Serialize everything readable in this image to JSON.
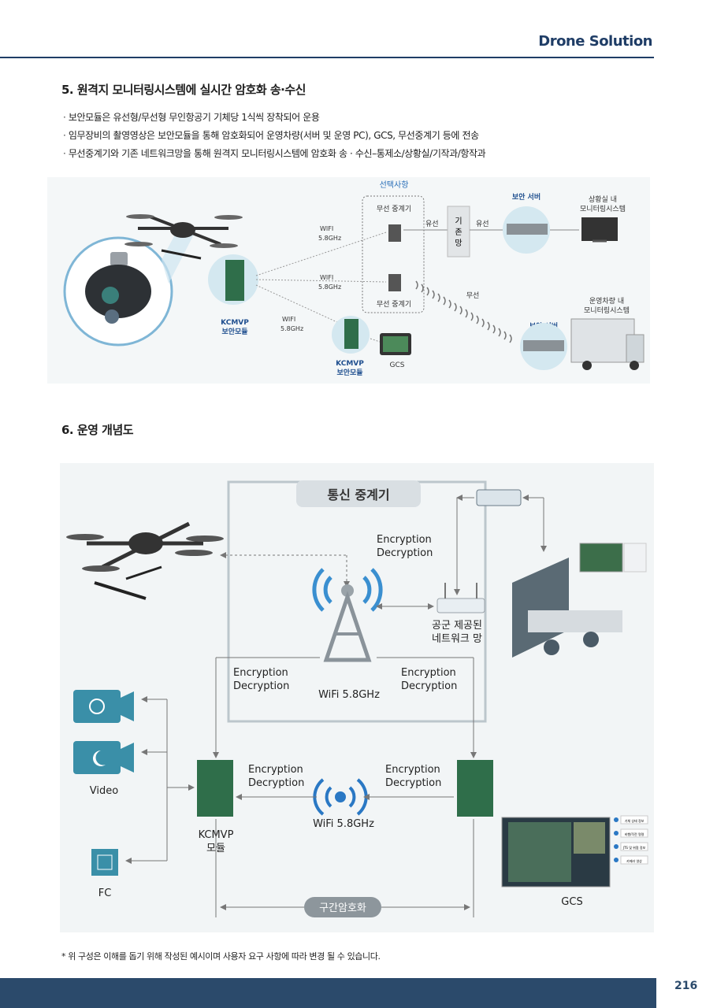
{
  "header": {
    "brand": "Drone Solution"
  },
  "section5": {
    "title": "5. 원격지 모니터링시스템에 실시간 암호화 송·수신",
    "bullets": [
      "보안모듈은 유선형/무선형 무인항공기 기체당 1식씩 장착되어 운용",
      "임무장비의 촬영영상은 보안모듈을 통해 암호화되어 운영차량(서버 및 운영 PC), GCS, 무선중계기 등에 전송",
      "무선중계기와 기존 네트워크망을 통해 원격지 모니터링시스템에 암호화 송 · 수신–통제소/상황실/기작과/항작과"
    ],
    "diagram": {
      "optional": "선택사항",
      "relay_top": "무선 중계기",
      "relay_bottom": "무선 중계기",
      "wired_left": "유선",
      "wired_right": "유선",
      "existing_net": [
        "기",
        "존",
        "망"
      ],
      "server_top": "보안 서버",
      "server_bottom": "보안 서버",
      "monitor_room": [
        "상황실 내",
        "모니터링시스템"
      ],
      "vehicle": [
        "운영차량 내",
        "모니터링시스템"
      ],
      "wireless": "무선",
      "wifi": "WIFI",
      "freq": "5.8GHz",
      "module_main": [
        "KCMVP",
        "보안모듈"
      ],
      "module_sub": [
        "KCMVP",
        "보안모듈"
      ],
      "gcs": "GCS"
    }
  },
  "section6": {
    "title": "6. 운영 개념도",
    "diagram": {
      "relay_title": "통신 중계기",
      "enc": "Encryption",
      "dec": "Decryption",
      "wifi_label": "WiFi  5.8GHz",
      "network": [
        "공군 제공된",
        "네트워크 망"
      ],
      "video": "Video",
      "kcmvp": [
        "KCMVP",
        "모듈"
      ],
      "fc": "FC",
      "gcs": "GCS",
      "section_enc": "구간암호화",
      "gcs_menu": [
        "기체 상태 정보",
        "비행/작전 명령",
        "JTS 및 위협 정보",
        "카메라 영상"
      ]
    }
  },
  "footnote": "* 위 구성은 이해를 돕기 위해 작성된 예시이며 사용자 요구 사항에 따라 변경 될 수 있습니다.",
  "page_number": "216",
  "colors": {
    "brand": "#1f3d66",
    "footer": "#2b4a6b",
    "accent_blue": "#2a78c4",
    "teal_icon": "#3a8fa8"
  }
}
